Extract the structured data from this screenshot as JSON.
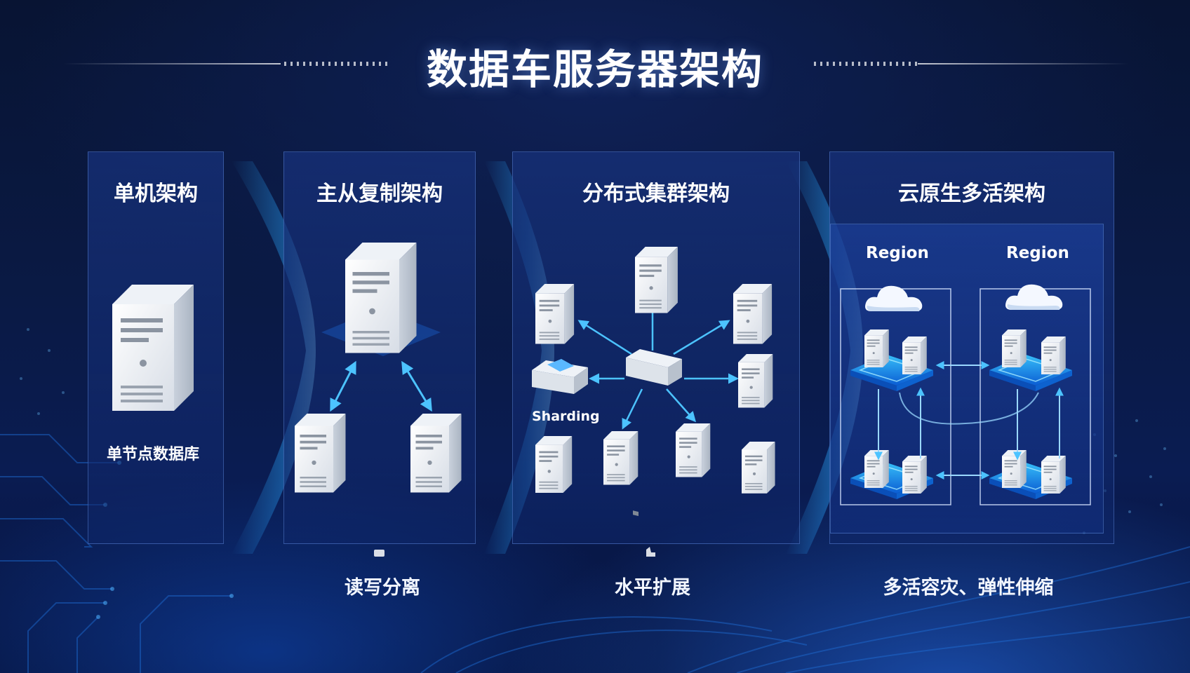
{
  "title": "数据车服务器架构",
  "panels": [
    {
      "title": "单机架构",
      "label": "单节点数据库"
    },
    {
      "title": "主从复制架构"
    },
    {
      "title": "分布式集群架构",
      "label": "Sharding"
    },
    {
      "title": "云原生多活架构",
      "regions": [
        "Region",
        "Region"
      ]
    }
  ],
  "captions": [
    "读写分离",
    "水平扩展",
    "多活容灾、弹性伸缩"
  ],
  "colors": {
    "accent": "#3fb6ff",
    "panel": "#16307a",
    "background": "#0a1a45"
  }
}
